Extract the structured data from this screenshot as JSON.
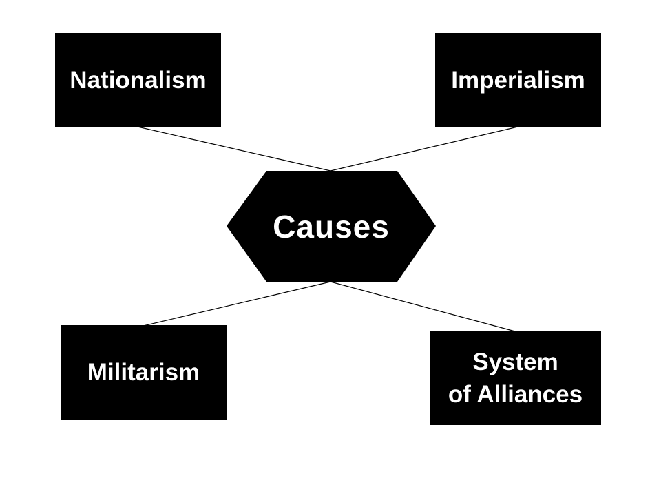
{
  "diagram": {
    "center": {
      "label": "Causes"
    },
    "nodes": [
      {
        "id": "nationalism",
        "label": "Nationalism"
      },
      {
        "id": "imperialism",
        "label": "Imperialism"
      },
      {
        "id": "militarism",
        "label": "Militarism"
      },
      {
        "id": "alliances",
        "label_lines": [
          "System",
          "of Alliances"
        ]
      }
    ],
    "colors": {
      "background": "#ffffff",
      "node_fill": "#000000",
      "node_text": "#ffffff",
      "connector": "#000000"
    }
  }
}
